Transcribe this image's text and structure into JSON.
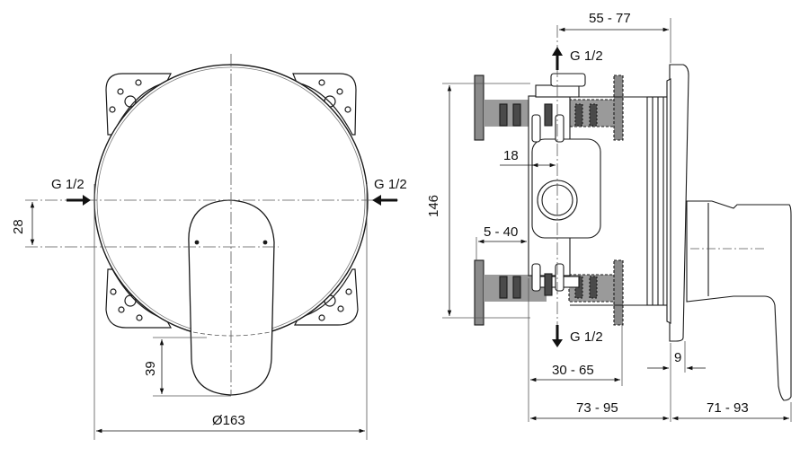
{
  "drawing": {
    "front_view": {
      "inlet_left_label": "G 1/2",
      "inlet_right_label": "G 1/2",
      "dim_offset": "28",
      "dim_lever": "39",
      "dim_diameter": "Ø163"
    },
    "side_view": {
      "outlet_top_label": "G 1/2",
      "outlet_bottom_label": "G 1/2",
      "dim_top": "55 - 77",
      "dim_height": "146",
      "dim_18": "18",
      "dim_5_40": "5 - 40",
      "dim_30_65": "30 - 65",
      "dim_73_95": "73 - 95",
      "dim_71_93": "71 - 93",
      "dim_9": "9"
    },
    "colors": {
      "line": "#1a1a1a",
      "dim_line": "#555555",
      "fitting_gray": "#8a8a8a",
      "fitting_dark": "#4a4a4a"
    }
  }
}
